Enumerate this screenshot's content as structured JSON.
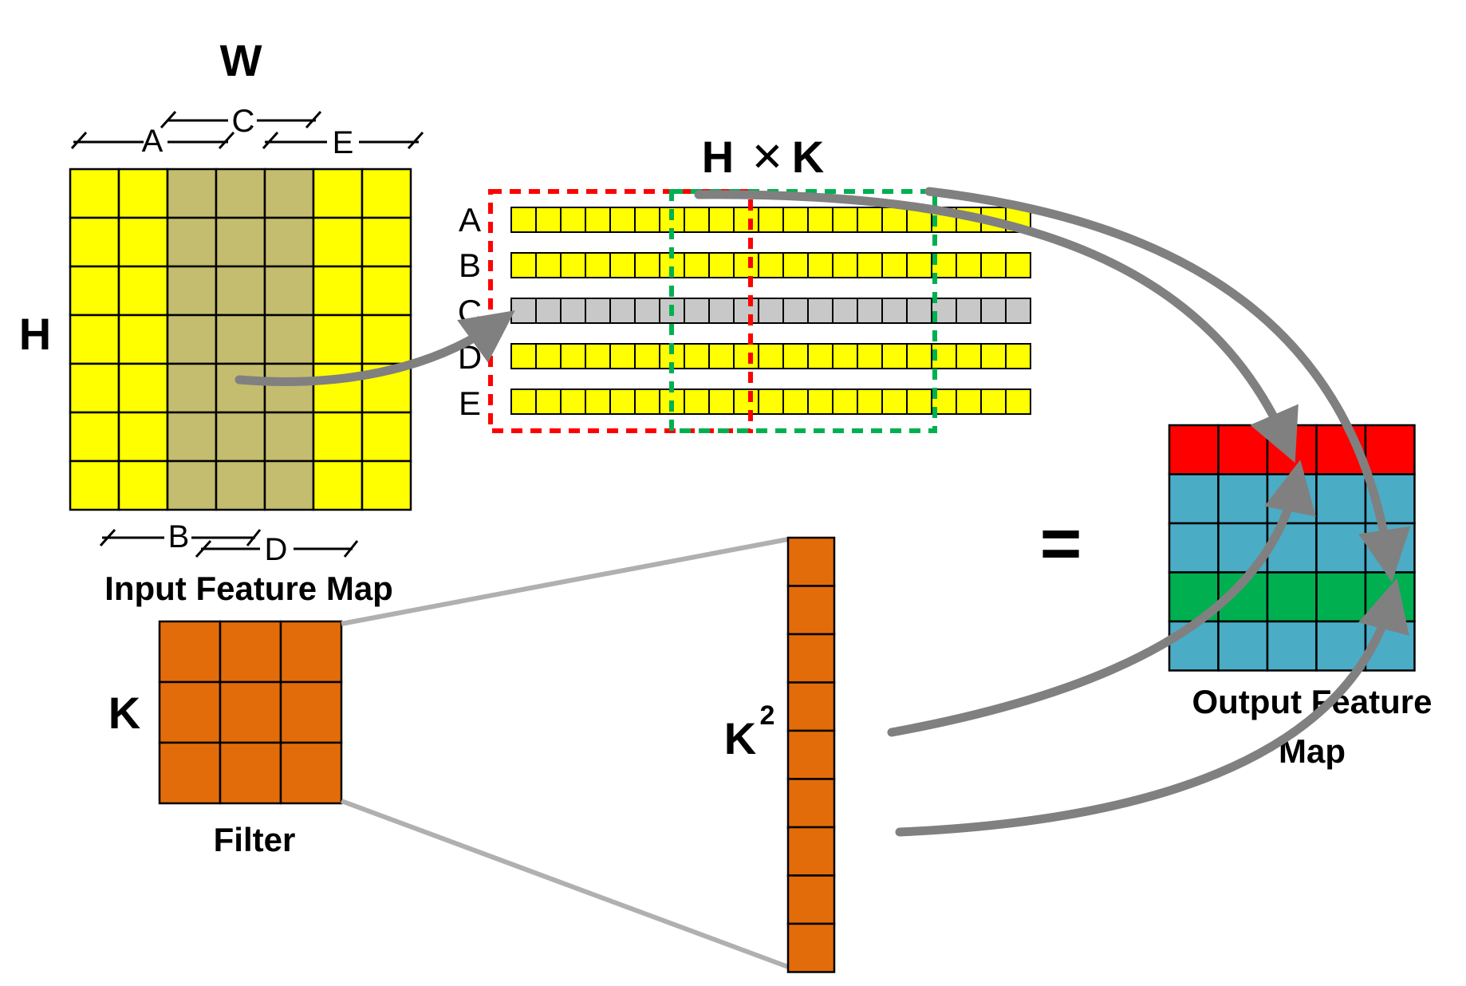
{
  "labels": {
    "width": "W",
    "height": "H",
    "unfolded_dims": "H",
    "unfolded_times": "✕",
    "unfolded_k": "K",
    "filter_k": "K",
    "k_squared_base": "K",
    "k_squared_exp": "2",
    "equals": "=",
    "input_caption": "Input Feature Map",
    "filter_caption": "Filter",
    "output_caption_line1": "Output Feature",
    "output_caption_line2": "Map"
  },
  "span_labels": {
    "a": "A",
    "b": "B",
    "c": "C",
    "d": "D",
    "e": "E"
  },
  "row_labels": [
    "A",
    "B",
    "C",
    "D",
    "E"
  ],
  "input_grid": {
    "rows": 7,
    "cols": 7,
    "highlight_cols": [
      2,
      3,
      4
    ]
  },
  "unfolded_rows": {
    "count": 5,
    "cells_per_row": 21,
    "gray_row": 2
  },
  "filter": {
    "rows": 3,
    "cols": 3
  },
  "k_squared_column": {
    "cells": 9
  },
  "output_grid": {
    "rows": 5,
    "cols": 5,
    "row_colors": [
      "#ff0000",
      "#4bacc6",
      "#4bacc6",
      "#00b050",
      "#4bacc6"
    ]
  },
  "colors": {
    "input_cell": "#ffff00",
    "input_highlight": "#c4bd6f",
    "unfolded_gray": "#c8c8c8",
    "filter": "#e36c0a",
    "red_window": "#ff0000",
    "green_window": "#00b050",
    "arrow": "#808080",
    "projection_line": "#b0b0b0"
  }
}
